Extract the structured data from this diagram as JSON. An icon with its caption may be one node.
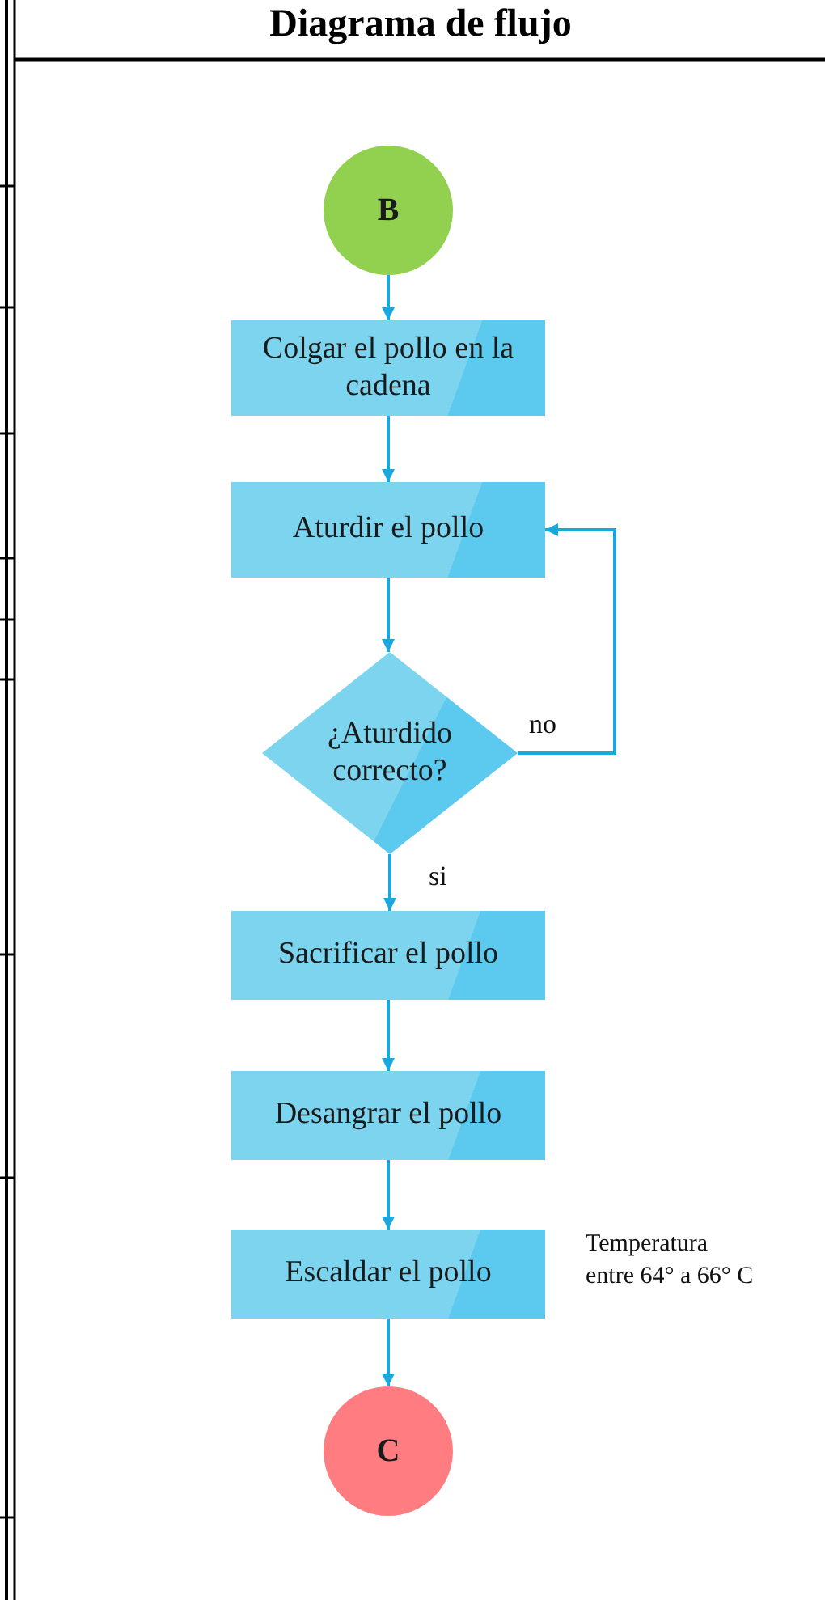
{
  "diagram": {
    "title": "Diagrama de flujo",
    "nodes": [
      {
        "text": [
          "B"
        ]
      },
      {
        "text": [
          "Colgar el pollo en la cadena"
        ]
      },
      {
        "text": [
          "Aturdir el pollo"
        ]
      },
      {
        "text": [
          "¿Aturdido correcto?"
        ]
      },
      {
        "text": [
          "Sacrificar el pollo"
        ]
      },
      {
        "text": [
          "Desangrar el pollo"
        ]
      },
      {
        "text": [
          "Escaldar el pollo"
        ],
        "beside": [
          "Temperatura entre 64° a 66° C"
        ]
      },
      {
        "text": [
          "C"
        ]
      }
    ],
    "edges": [
      {
        "from": 0,
        "to": 1,
        "arrow": "to"
      },
      {
        "from": 1,
        "to": 2,
        "arrow": "to"
      },
      {
        "from": 2,
        "to": 3,
        "arrow": "to"
      },
      {
        "from": 3,
        "to": 4,
        "arrow": "to",
        "label": "si"
      },
      {
        "from": 3,
        "to": 2,
        "arrow": "to",
        "label": "no"
      },
      {
        "from": 4,
        "to": 5,
        "arrow": "to"
      },
      {
        "from": 5,
        "to": 6,
        "arrow": "to"
      },
      {
        "from": 6,
        "to": 7,
        "arrow": "to"
      }
    ]
  }
}
